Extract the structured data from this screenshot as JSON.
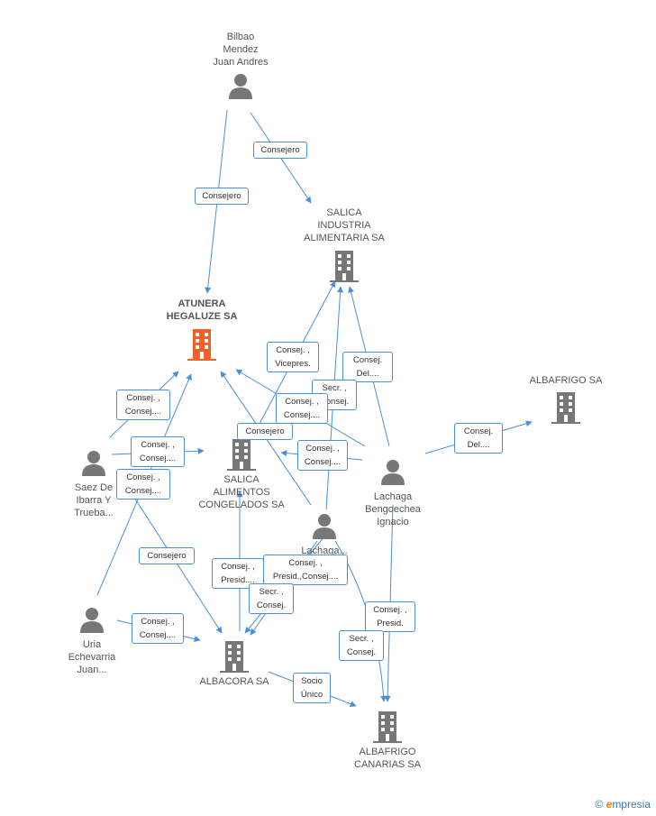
{
  "nodes": {
    "bilbao": {
      "label": "Bilbao\nMendez\nJuan Andres",
      "type": "person"
    },
    "atunera": {
      "label": "ATUNERA\nHEGALUZE SA",
      "type": "company-main"
    },
    "salica_ind": {
      "label": "SALICA\nINDUSTRIA\nALIMENTARIA SA",
      "type": "company"
    },
    "salica_alim": {
      "label": "SALICA\nALIMENTOS\nCONGELADOS SA",
      "type": "company"
    },
    "albafrigo": {
      "label": "ALBAFRIGO SA",
      "type": "company"
    },
    "saez": {
      "label": "Saez De\nIbarra Y\nTrueba...",
      "type": "person"
    },
    "lachaga_b": {
      "label": "Lachaga\nBengoechea\nIgnacio",
      "type": "person"
    },
    "lachaga2": {
      "label": "Lachaga...",
      "type": "person"
    },
    "uria": {
      "label": "Uria\nEchevarria\nJuan...",
      "type": "person"
    },
    "albacora": {
      "label": "ALBACORA SA",
      "type": "company"
    },
    "albafrigo_can": {
      "label": "ALBAFRIGO\nCANARIAS SA",
      "type": "company"
    }
  },
  "edge_labels": {
    "e1": "Consejero",
    "e2": "Consejero",
    "e3": "Consej. ,\nVicepres.",
    "e4": "Consej.\nDel....",
    "e5": "Secr. ,\nConsej.",
    "e6": "Consej. ,\nConsej....",
    "e7": "Consej. ,\nConsej....",
    "e8": "Consej. ,\nConsej....",
    "e9": "Consej. ,\nConsej....",
    "e10": "Consejero",
    "e11": "Consej. ,\nConsej....",
    "e12": "Consej.\nDel....",
    "e13": "Consejero",
    "e14": "Consej. ,\nPresid....",
    "e15": "Consej. ,\nPresid.,Consej....",
    "e16": "Secr. ,\nConsej.",
    "e17": "Consej. ,\nConsej....",
    "e18": "Socio\nÚnico",
    "e19": "Consej. ,\nPresid.",
    "e20": "Secr. ,\nConsej."
  },
  "colors": {
    "edge": "#4a90d9",
    "icon": "#777777",
    "main_icon": "#f0622a"
  },
  "footer": {
    "copyright": "©",
    "brand_e": "e",
    "brand_rest": "mpresia"
  }
}
